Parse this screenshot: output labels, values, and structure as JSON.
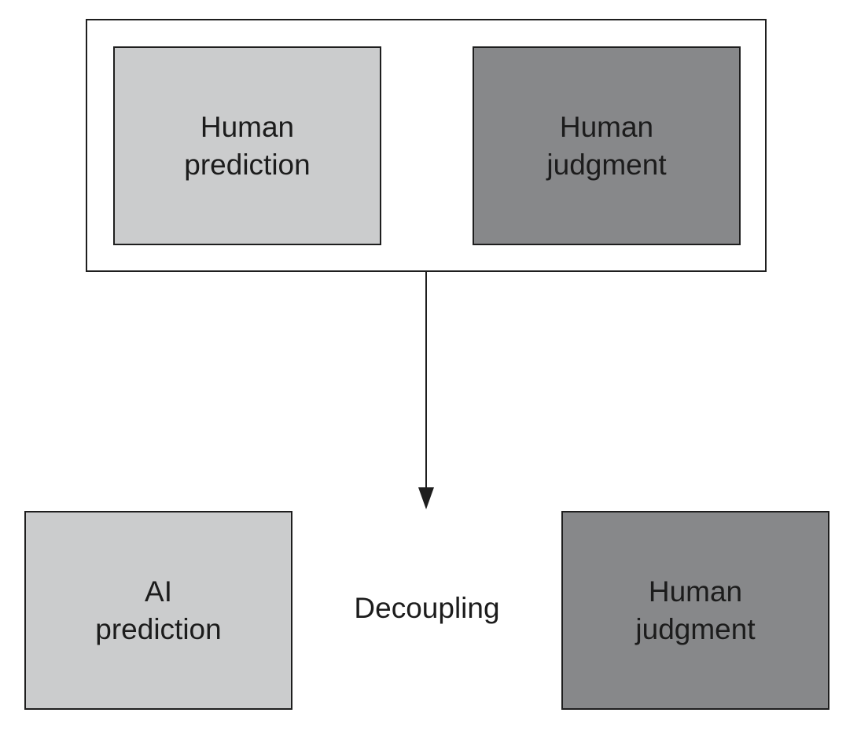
{
  "before": {
    "left_box": {
      "label": "Human\nprediction",
      "fill": "#cbcccd"
    },
    "right_box": {
      "label": "Human\njudgment",
      "fill": "#87888a"
    }
  },
  "after": {
    "left_box": {
      "label": "AI\nprediction",
      "fill": "#cbcccd"
    },
    "center_label": "Decoupling",
    "right_box": {
      "label": "Human\njudgment",
      "fill": "#87888a"
    }
  },
  "connector": {
    "icon": "down-arrow-icon",
    "color": "#1e1e1e"
  }
}
